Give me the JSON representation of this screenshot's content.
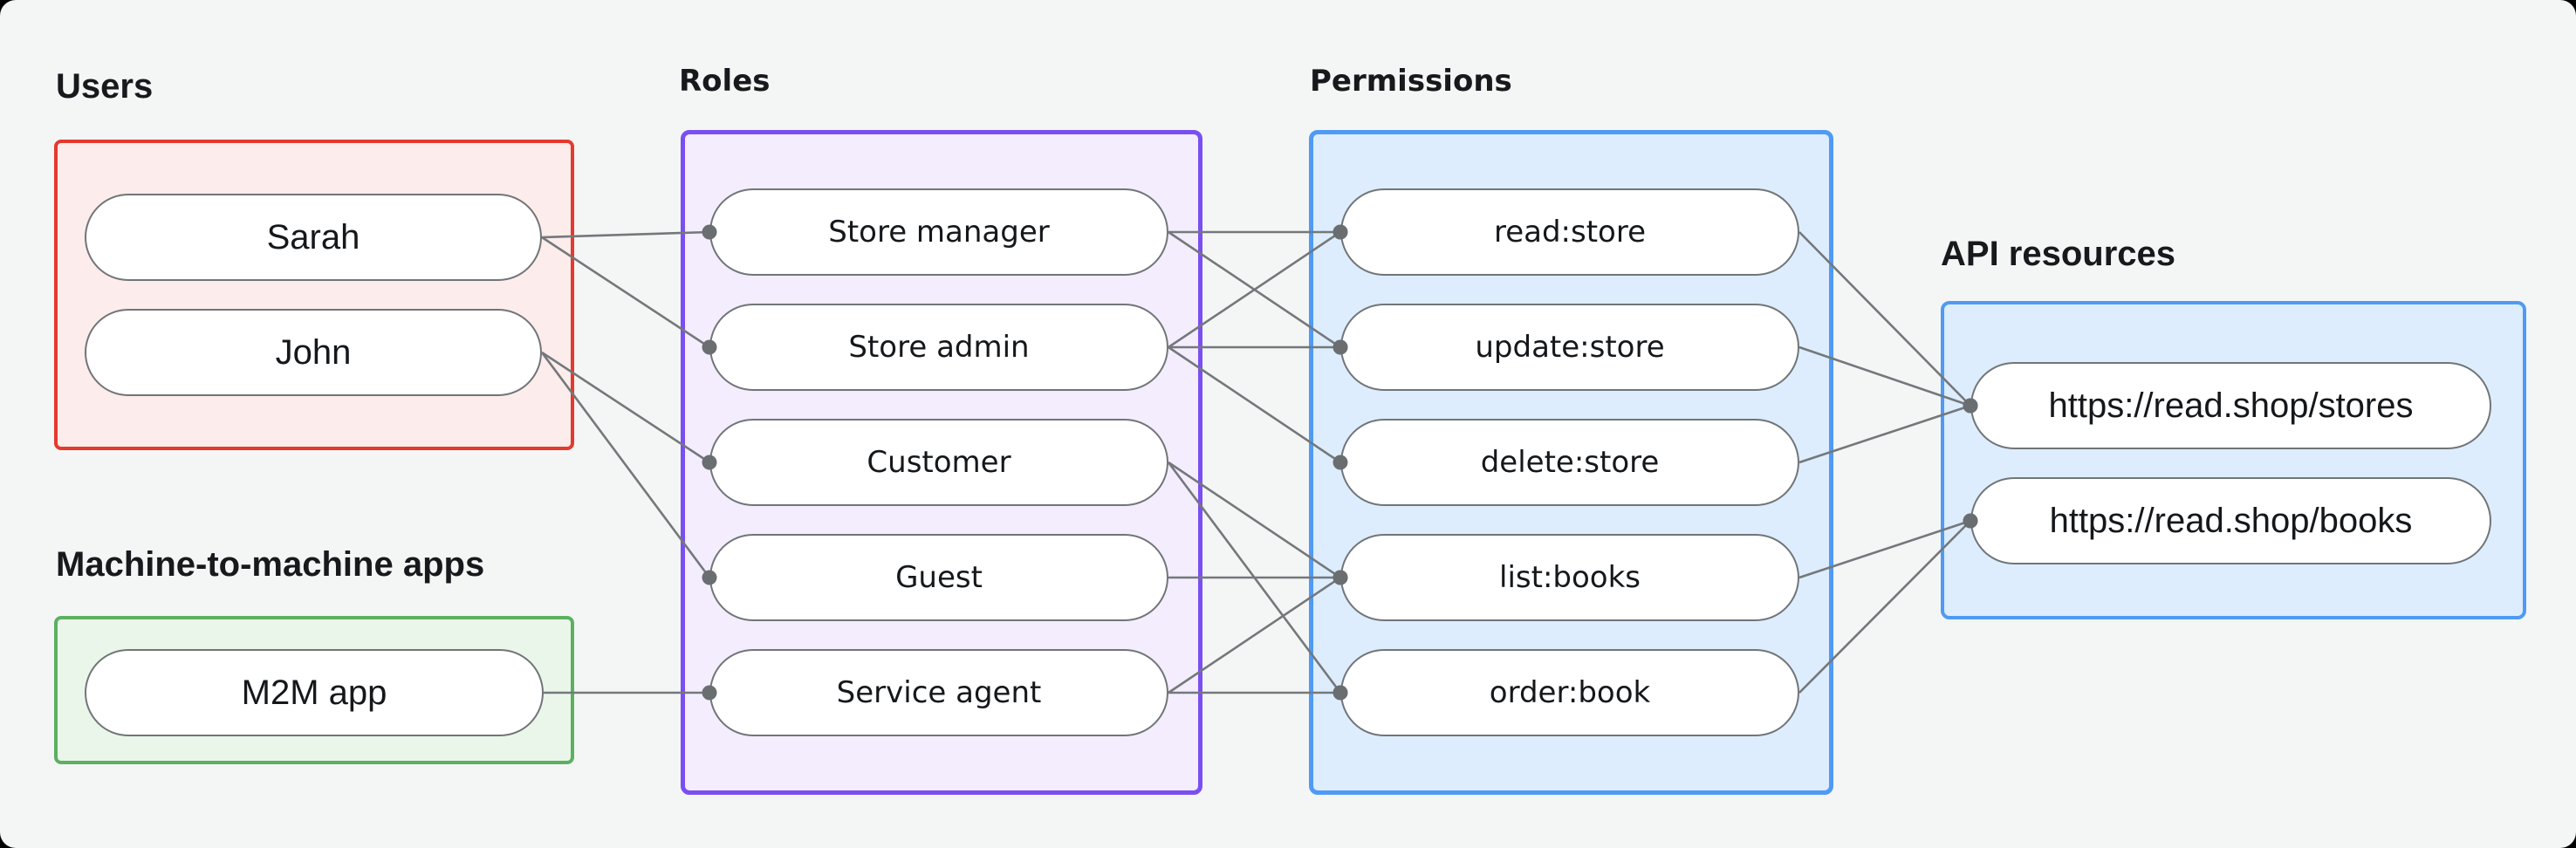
{
  "diagram": {
    "background": "#f4f6f5",
    "edge_color": "#74787b",
    "dot_color": "#6a6e71",
    "node_style": {
      "fill": "#ffffff",
      "border": "#717578",
      "text_color": "#15181b"
    },
    "sections": [
      {
        "id": "users",
        "title": "Users",
        "accent": "#e6392e",
        "fill": "#fceceb",
        "nodes": [
          {
            "id": "sarah",
            "label": "Sarah"
          },
          {
            "id": "john",
            "label": "John"
          }
        ]
      },
      {
        "id": "m2m",
        "title": "Machine-to-machine apps",
        "accent": "#5cb061",
        "fill": "#eaf6ea",
        "nodes": [
          {
            "id": "m2m-app",
            "label": "M2M app"
          }
        ]
      },
      {
        "id": "roles",
        "title": "Roles",
        "accent": "#7a4ff2",
        "fill": "#f3edfd",
        "nodes": [
          {
            "id": "store-manager",
            "label": "Store manager"
          },
          {
            "id": "store-admin",
            "label": "Store admin"
          },
          {
            "id": "customer",
            "label": "Customer"
          },
          {
            "id": "guest",
            "label": "Guest"
          },
          {
            "id": "service-agent",
            "label": "Service agent"
          }
        ]
      },
      {
        "id": "permissions",
        "title": "Permissions",
        "accent": "#4f9af4",
        "fill": "#ddedfd",
        "nodes": [
          {
            "id": "read-store",
            "label": "read:store"
          },
          {
            "id": "update-store",
            "label": "update:store"
          },
          {
            "id": "delete-store",
            "label": "delete:store"
          },
          {
            "id": "list-books",
            "label": "list:books"
          },
          {
            "id": "order-book",
            "label": "order:book"
          }
        ]
      },
      {
        "id": "api",
        "title": "API resources",
        "accent": "#4f9af4",
        "fill": "#ddedfd",
        "nodes": [
          {
            "id": "stores",
            "label": "https://read.shop/stores"
          },
          {
            "id": "books",
            "label": "https://read.shop/books"
          }
        ]
      }
    ],
    "edges": [
      {
        "from": "sarah",
        "to": "store-manager"
      },
      {
        "from": "sarah",
        "to": "store-admin"
      },
      {
        "from": "john",
        "to": "customer"
      },
      {
        "from": "john",
        "to": "guest"
      },
      {
        "from": "m2m-app",
        "to": "service-agent"
      },
      {
        "from": "store-manager",
        "to": "read-store"
      },
      {
        "from": "store-manager",
        "to": "update-store"
      },
      {
        "from": "store-admin",
        "to": "read-store"
      },
      {
        "from": "store-admin",
        "to": "update-store"
      },
      {
        "from": "store-admin",
        "to": "delete-store"
      },
      {
        "from": "customer",
        "to": "list-books"
      },
      {
        "from": "customer",
        "to": "order-book"
      },
      {
        "from": "guest",
        "to": "list-books"
      },
      {
        "from": "service-agent",
        "to": "list-books"
      },
      {
        "from": "service-agent",
        "to": "order-book"
      },
      {
        "from": "read-store",
        "to": "stores"
      },
      {
        "from": "update-store",
        "to": "stores"
      },
      {
        "from": "delete-store",
        "to": "stores"
      },
      {
        "from": "list-books",
        "to": "books"
      },
      {
        "from": "order-book",
        "to": "books"
      }
    ]
  }
}
